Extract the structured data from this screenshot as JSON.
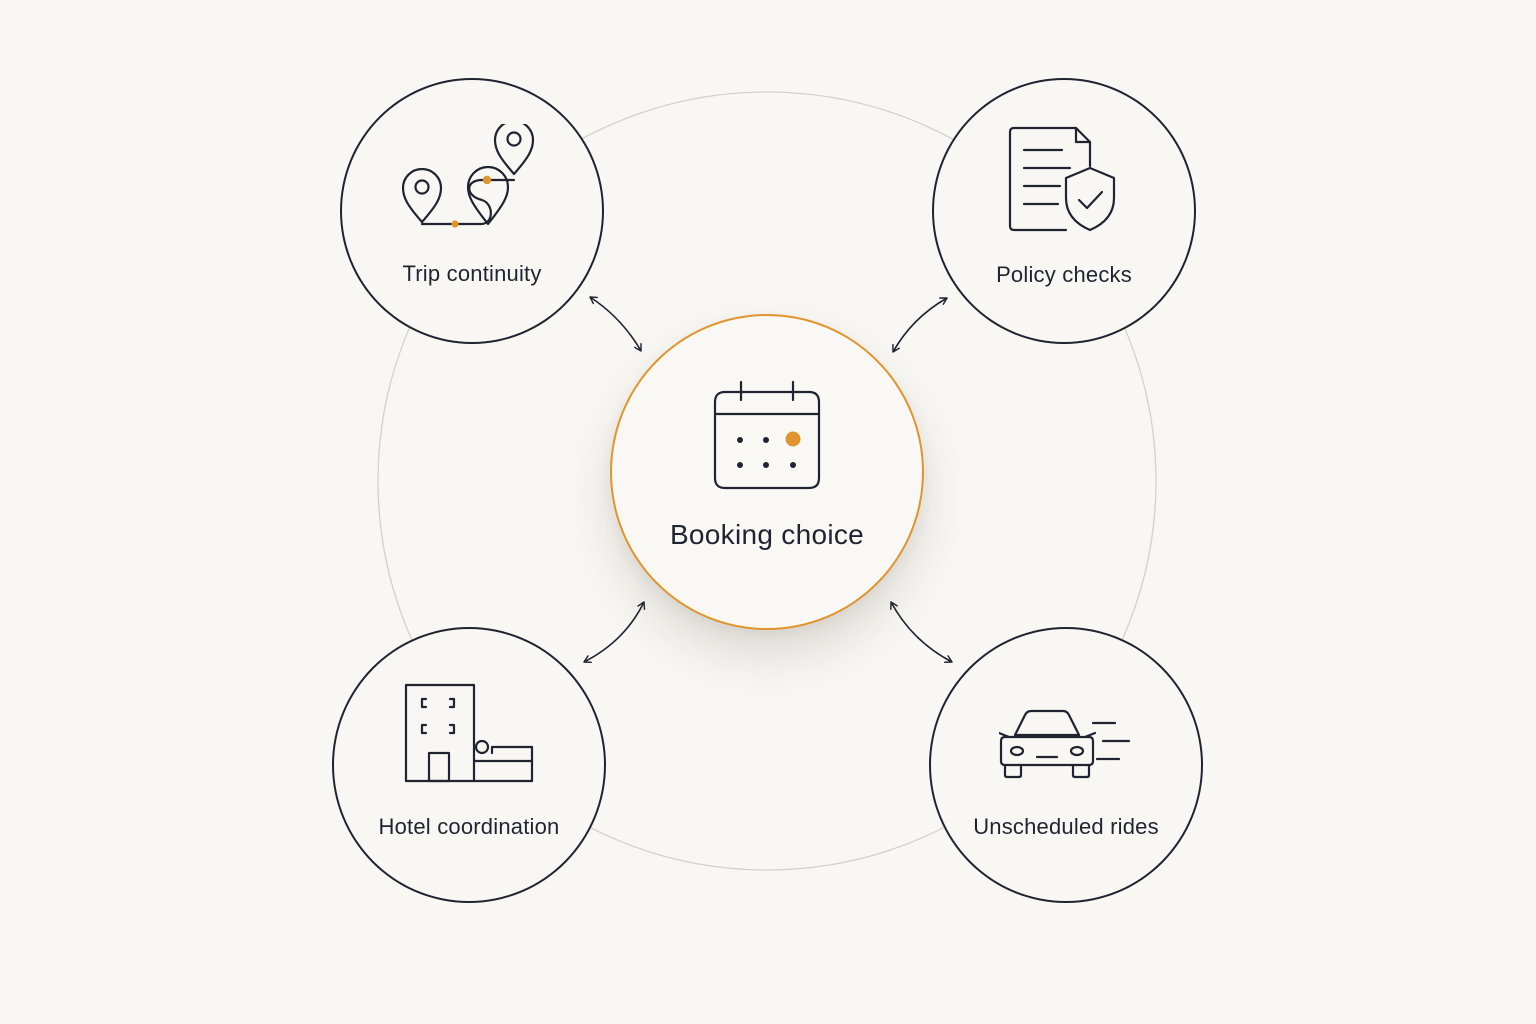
{
  "diagram": {
    "center": {
      "label": "Booking choice",
      "icon": "calendar-icon"
    },
    "nodes": [
      {
        "id": "trip",
        "label": "Trip continuity",
        "icon": "route-pins-icon"
      },
      {
        "id": "policy",
        "label": "Policy checks",
        "icon": "document-shield-icon"
      },
      {
        "id": "hotel",
        "label": "Hotel coordination",
        "icon": "hotel-bed-icon"
      },
      {
        "id": "rides",
        "label": "Unscheduled rides",
        "icon": "car-speed-icon"
      }
    ],
    "connector": "bidirectional-arrow",
    "colors": {
      "accent": "#e0952e",
      "ink": "#1f2430",
      "orbit": "#d3d1cb",
      "background": "#f8f7f3"
    }
  }
}
